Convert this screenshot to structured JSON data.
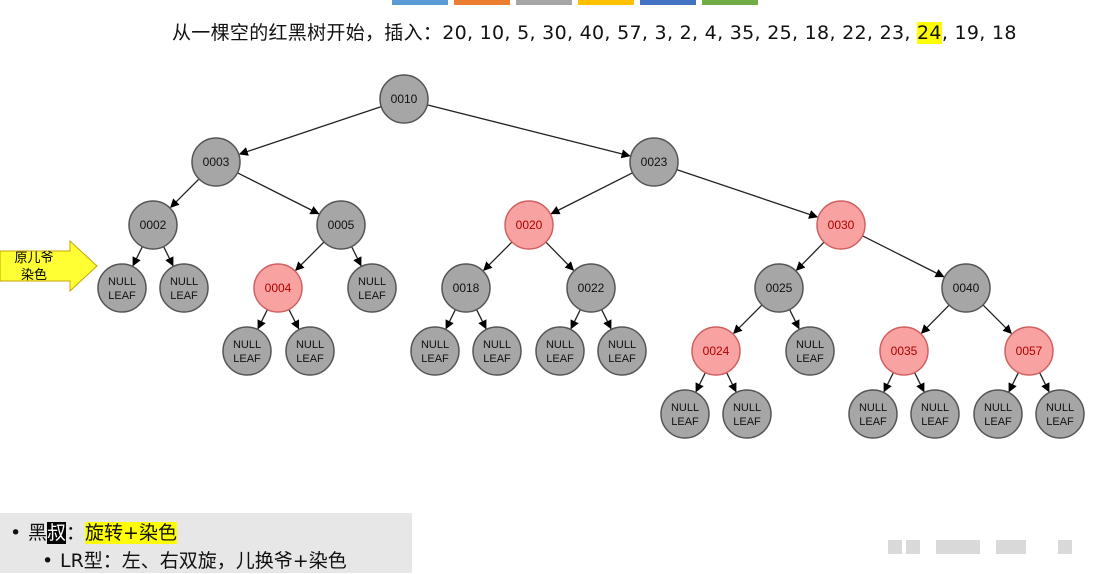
{
  "header": {
    "prefix": "从一棵空的红黑树开始，插入：",
    "sequence_before": "20, 10, 5, 30, 40, 57, 3, 2, 4, 35, 25, 18, 22, 23, ",
    "highlight": "24",
    "sequence_after": ", 19, 18"
  },
  "arrow_label": {
    "line1": "原儿爷",
    "line2": "染色"
  },
  "null_label": {
    "line1": "NULL",
    "line2": "LEAF"
  },
  "colors": {
    "black_node_fill": "#a6a6a6",
    "red_node_fill": "#f9a2a2",
    "red_node_text": "#b00000",
    "highlight": "#ffff00",
    "arrow_fill": "#ffff33"
  },
  "nodes": [
    {
      "id": "0010",
      "color": "black"
    },
    {
      "id": "0003",
      "color": "black"
    },
    {
      "id": "0023",
      "color": "black"
    },
    {
      "id": "0002",
      "color": "black"
    },
    {
      "id": "0005",
      "color": "black"
    },
    {
      "id": "0020",
      "color": "red"
    },
    {
      "id": "0030",
      "color": "red"
    },
    {
      "id": "0004",
      "color": "red"
    },
    {
      "id": "0018",
      "color": "black"
    },
    {
      "id": "0022",
      "color": "black"
    },
    {
      "id": "0025",
      "color": "black"
    },
    {
      "id": "0040",
      "color": "black"
    },
    {
      "id": "0024",
      "color": "red"
    },
    {
      "id": "0035",
      "color": "red"
    },
    {
      "id": "0057",
      "color": "red"
    }
  ],
  "edges": [
    [
      "0010",
      "0003"
    ],
    [
      "0010",
      "0023"
    ],
    [
      "0003",
      "0002"
    ],
    [
      "0003",
      "0005"
    ],
    [
      "0023",
      "0020"
    ],
    [
      "0023",
      "0030"
    ],
    [
      "0002",
      "N1"
    ],
    [
      "0002",
      "N2"
    ],
    [
      "0005",
      "0004"
    ],
    [
      "0005",
      "N3"
    ],
    [
      "0020",
      "0018"
    ],
    [
      "0020",
      "0022"
    ],
    [
      "0030",
      "0025"
    ],
    [
      "0030",
      "0040"
    ],
    [
      "0004",
      "N4"
    ],
    [
      "0004",
      "N5"
    ],
    [
      "0018",
      "N6"
    ],
    [
      "0018",
      "N7"
    ],
    [
      "0022",
      "N8"
    ],
    [
      "0022",
      "N9"
    ],
    [
      "0025",
      "0024"
    ],
    [
      "0025",
      "N10"
    ],
    [
      "0040",
      "0035"
    ],
    [
      "0040",
      "0057"
    ],
    [
      "0024",
      "N11"
    ],
    [
      "0024",
      "N12"
    ],
    [
      "0035",
      "N13"
    ],
    [
      "0035",
      "N14"
    ],
    [
      "0057",
      "N15"
    ],
    [
      "0057",
      "N16"
    ]
  ],
  "bullets": {
    "b1_prefix": "黑",
    "b1_inverted": "叔",
    "b1_colon": "：",
    "b1_highlight": "旋转+染色",
    "b2_text": "LR型：左、右双旋，儿换爷+染色"
  }
}
